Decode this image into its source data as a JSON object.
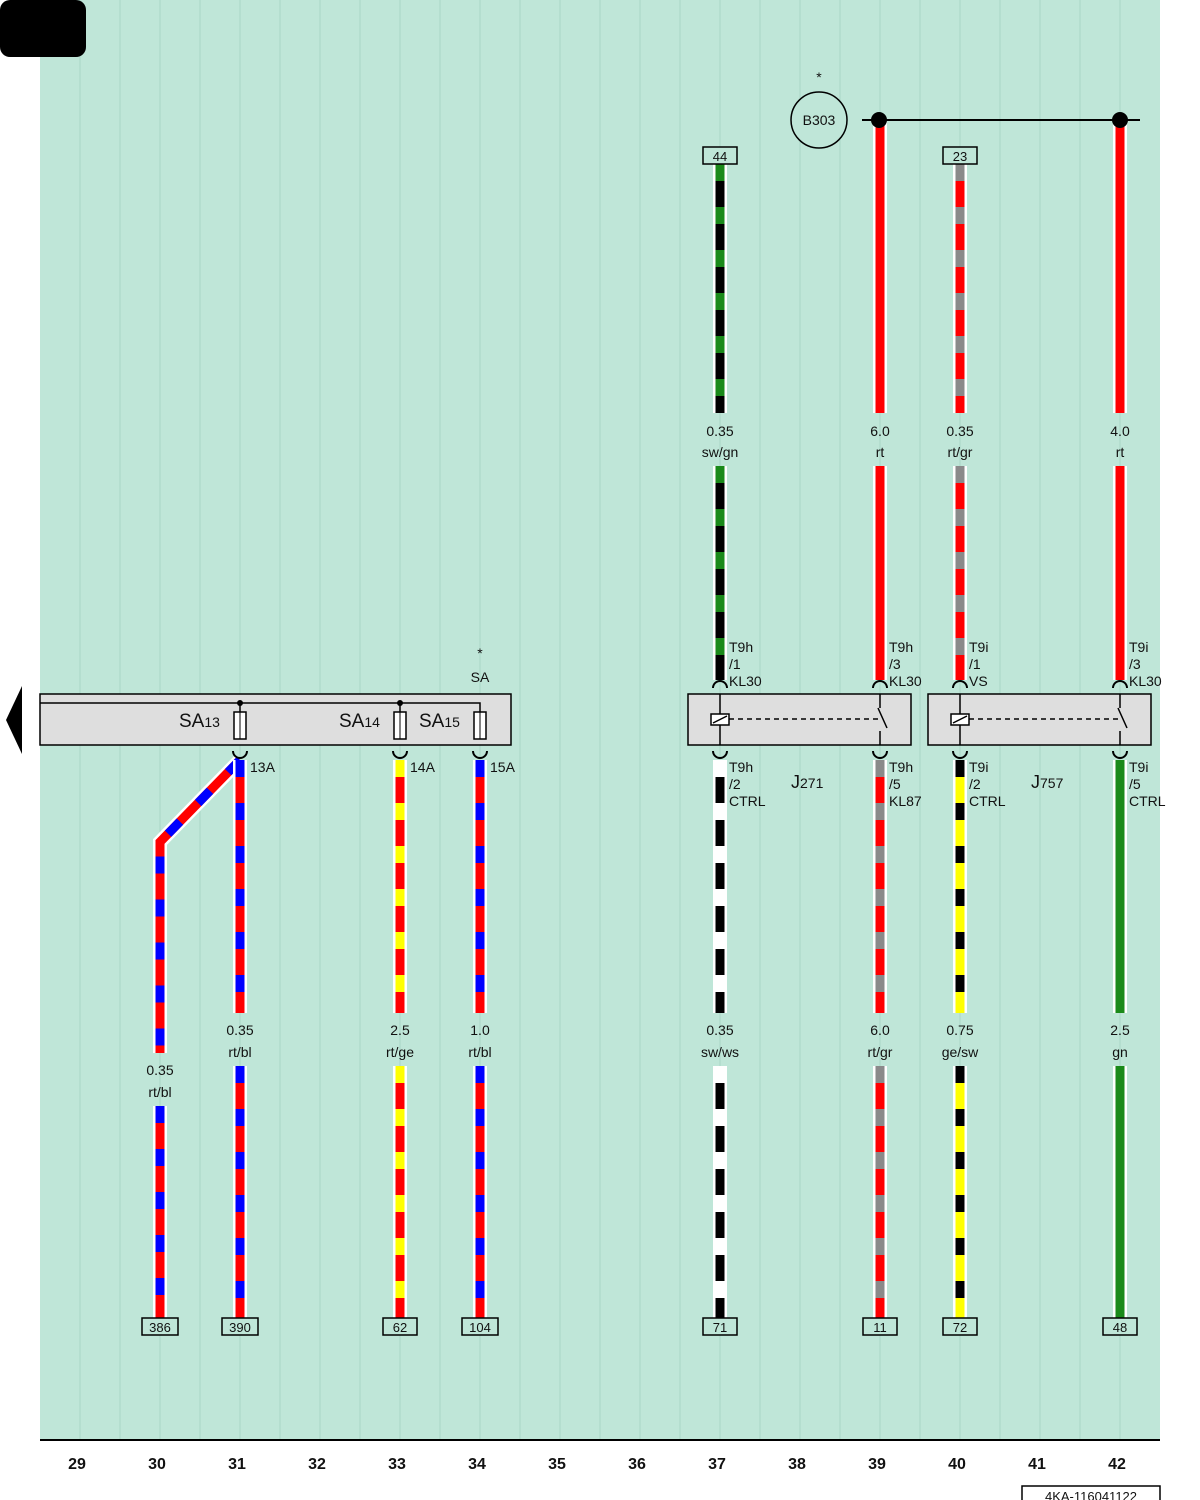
{
  "colors": {
    "background": "#bfe6d8",
    "rt": "#ff0000",
    "bl": "#0000ff",
    "ge": "#ffff00",
    "gn": "#1a8a1a",
    "sw": "#000000",
    "ws": "#ffffff",
    "gr": "#8a8a8a"
  },
  "column_numbers": [
    "29",
    "30",
    "31",
    "32",
    "33",
    "34",
    "35",
    "36",
    "37",
    "38",
    "39",
    "40",
    "41",
    "42"
  ],
  "footer_code": "4KA-116041122",
  "fuse_panel": {
    "star": "*",
    "label": "SA",
    "fuses": [
      {
        "id": "sa13",
        "prefix": "SA",
        "sub": "13",
        "output": "13A"
      },
      {
        "id": "sa14",
        "prefix": "SA",
        "sub": "14",
        "output": "14A"
      },
      {
        "id": "sa15",
        "prefix": "SA",
        "sub": "15",
        "output": "15A"
      }
    ]
  },
  "relays": [
    {
      "id": "j271",
      "prefix": "J",
      "sub": "271",
      "pins": [
        {
          "lines": [
            "T9h",
            "/1",
            "KL30"
          ]
        },
        {
          "lines": [
            "T9h",
            "/3",
            "KL30"
          ]
        },
        {
          "lines": [
            "T9h",
            "/2",
            "CTRL"
          ]
        },
        {
          "lines": [
            "T9h",
            "/5",
            "KL87"
          ]
        }
      ]
    },
    {
      "id": "j757",
      "prefix": "J",
      "sub": "757",
      "pins": [
        {
          "lines": [
            "T9i",
            "/1",
            "VS"
          ]
        },
        {
          "lines": [
            "T9i",
            "/3",
            "KL30"
          ]
        },
        {
          "lines": [
            "T9i",
            "/2",
            "CTRL"
          ]
        },
        {
          "lines": [
            "T9i",
            "/5",
            "CTRL"
          ]
        }
      ]
    }
  ],
  "ground": {
    "label": "B303",
    "star": "*"
  },
  "connectors_top": [
    {
      "id": "w37-top",
      "label": "44"
    },
    {
      "id": "w40-top",
      "label": "23"
    }
  ],
  "connectors_bottom": [
    {
      "id": "w30",
      "label": "386"
    },
    {
      "id": "w31",
      "label": "390"
    },
    {
      "id": "w33",
      "label": "62"
    },
    {
      "id": "w34",
      "label": "104"
    },
    {
      "id": "w37",
      "label": "71"
    },
    {
      "id": "w39",
      "label": "11"
    },
    {
      "id": "w40",
      "label": "72"
    },
    {
      "id": "w42",
      "label": "48"
    }
  ],
  "wire_labels": [
    {
      "id": "w37-top",
      "size": "0.35",
      "color": "sw/gn",
      "base": "sw",
      "stripe": "gn"
    },
    {
      "id": "w39-top",
      "size": "6.0",
      "color": "rt",
      "base": "rt",
      "stripe": ""
    },
    {
      "id": "w40-top",
      "size": "0.35",
      "color": "rt/gr",
      "base": "rt",
      "stripe": "gr"
    },
    {
      "id": "w42-top",
      "size": "4.0",
      "color": "rt",
      "base": "rt",
      "stripe": ""
    },
    {
      "id": "w30",
      "size": "0.35",
      "color": "rt/bl",
      "base": "rt",
      "stripe": "bl"
    },
    {
      "id": "w31",
      "size": "0.35",
      "color": "rt/bl",
      "base": "rt",
      "stripe": "bl"
    },
    {
      "id": "w33",
      "size": "2.5",
      "color": "rt/ge",
      "base": "rt",
      "stripe": "ge"
    },
    {
      "id": "w34",
      "size": "1.0",
      "color": "rt/bl",
      "base": "rt",
      "stripe": "bl"
    },
    {
      "id": "w37",
      "size": "0.35",
      "color": "sw/ws",
      "base": "sw",
      "stripe": "ws"
    },
    {
      "id": "w39",
      "size": "6.0",
      "color": "rt/gr",
      "base": "rt",
      "stripe": "gr"
    },
    {
      "id": "w40",
      "size": "0.75",
      "color": "ge/sw",
      "base": "ge",
      "stripe": "sw"
    },
    {
      "id": "w42",
      "size": "2.5",
      "color": "gn",
      "base": "gn",
      "stripe": ""
    }
  ]
}
